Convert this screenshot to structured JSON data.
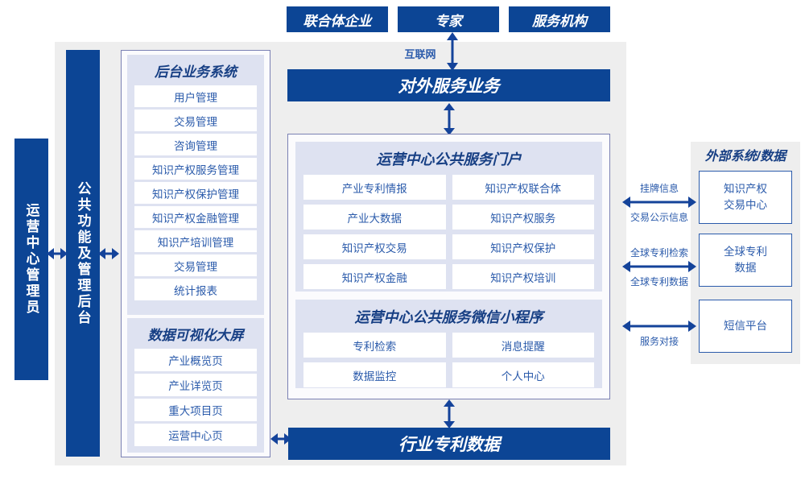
{
  "diagram": {
    "title_top_actors": [
      {
        "label": "联合体企业"
      },
      {
        "label": "专家"
      },
      {
        "label": "服务机构"
      }
    ],
    "internet_label": "互联网",
    "external_service_bar": "对外服务业务",
    "industry_patent_data_bar": "行业专利数据",
    "left_role": "运营中心管理员",
    "left_platform": "公共功能及管理后台",
    "backend_system": {
      "title": "后台业务系统",
      "items": [
        "用户管理",
        "交易管理",
        "咨询管理",
        "知识产权服务管理",
        "知识产权保护管理",
        "知识产权金融管理",
        "知识产培训管理",
        "交易管理",
        "统计报表"
      ]
    },
    "data_visualization": {
      "title": "数据可视化大屏",
      "items": [
        "产业概览页",
        "产业详览页",
        "重大项目页",
        "运营中心页"
      ]
    },
    "public_portal": {
      "title": "运营中心公共服务门户",
      "items": [
        "产业专利情报",
        "知识产权联合体",
        "产业大数据",
        "知识产权服务",
        "知识产权交易",
        "知识产权保护",
        "知识产权金融",
        "知识产权培训"
      ]
    },
    "wechat_miniprogram": {
      "title": "运营中心公共服务微信小程序",
      "items": [
        "专利检索",
        "消息提醒",
        "数据监控",
        "个人中心"
      ]
    },
    "external": {
      "title": "外部系统/数据",
      "boxes": [
        {
          "label": "知识产权\n交易中心"
        },
        {
          "label": "全球专利\n数据"
        },
        {
          "label": "短信平台"
        }
      ],
      "connectors": [
        {
          "above": "挂牌信息",
          "below": "交易公示信息"
        },
        {
          "above": "全球专利检索",
          "below": "全球专利数据"
        },
        {
          "above": "",
          "below": "服务对接"
        }
      ]
    },
    "colors": {
      "navy": "#0c4595",
      "panel_lavender": "#dee2f1",
      "container_gray": "#eeeeee",
      "panel_border": "#7b81b4",
      "text_blue": "#2b5bab",
      "arrow_blue": "#14439a"
    }
  }
}
